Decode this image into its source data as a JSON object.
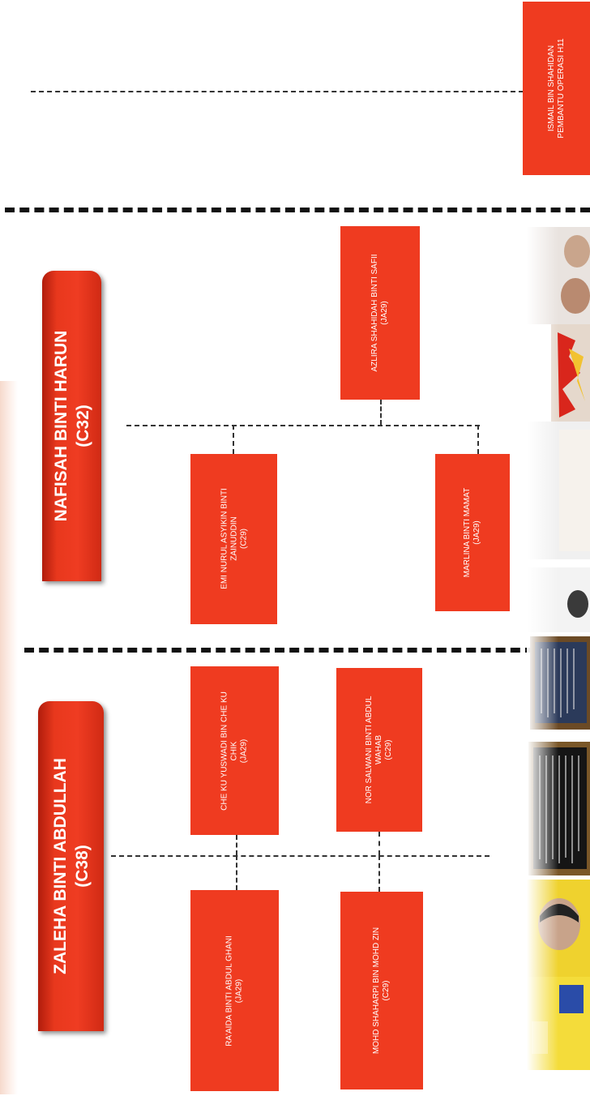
{
  "top_officer": {
    "name": "ISMAIL BIN SHAHIDAN",
    "title": "PEMBANTU OPERASI H11"
  },
  "unit1": {
    "head_name": "NAFISAH BINTI HARUN",
    "head_grade": "(C32)",
    "members": [
      {
        "name": "AZLIRA SHAHIDAH BINTI SAFII",
        "grade": "(JA29)"
      },
      {
        "name": "EMI NURUL ASYIKIN BINTI ZAINUDDIN",
        "grade": "(C29)"
      },
      {
        "name": "MARLINA BINTI MAMAT",
        "grade": "(JA29)"
      }
    ]
  },
  "unit2": {
    "head_name": "ZALEHA BINTI ABDULLAH",
    "head_grade": "(C38)",
    "members": [
      {
        "name": "CHE KU YUSWADI BIN CHE KU CHIK",
        "grade": "(JA29)"
      },
      {
        "name": "NOR SALWANI BINTI ABDUL WAHAB",
        "grade": "(C29)"
      },
      {
        "name": "RA'AIDA BINTI ABDUL GHANI",
        "grade": "(JA29)"
      },
      {
        "name": "MOHD SHAHARPI BIN MOHD ZIN",
        "grade": "(C29)"
      }
    ]
  },
  "colors": {
    "box": "#ef3b20",
    "head": "#e8381d",
    "dash": "#111111"
  }
}
